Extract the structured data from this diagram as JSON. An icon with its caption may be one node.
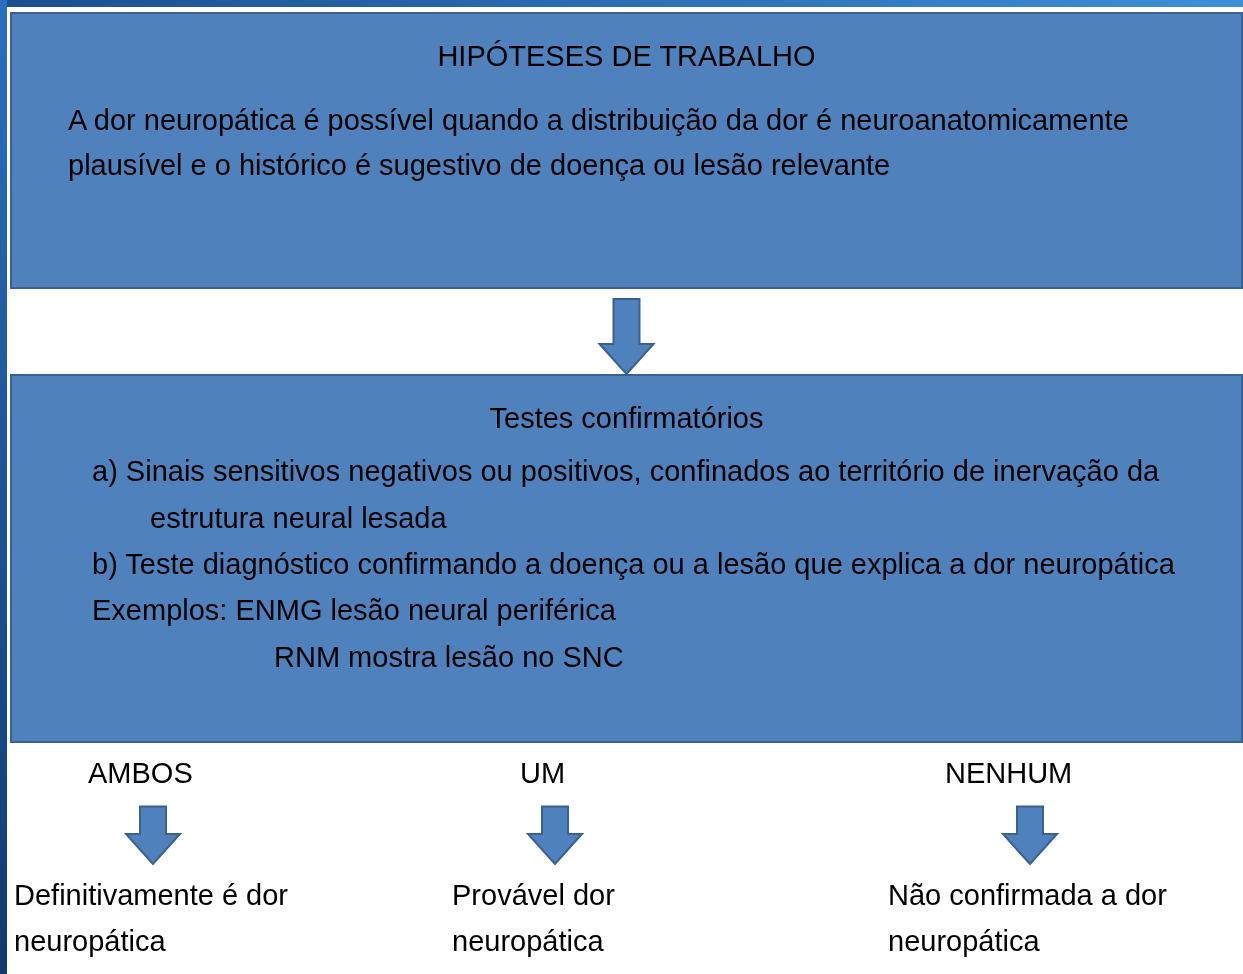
{
  "diagram": {
    "nodes": [
      {
        "text": [
          "HIPÓTESES DE TRABALHO",
          "A dor neuropática é possível quando a distribuição da dor é neuroanatomicamente plausível e o histórico é sugestivo de doença ou lesão relevante"
        ]
      },
      {
        "text": [
          "Testes confirmatórios",
          "a) Sinais sensitivos negativos ou positivos, confinados ao território de inervação da estrutura neural lesada",
          "b) Teste diagnóstico confirmando a doença ou a lesão que explica  a dor neuropática",
          "Exemplos: ENMG lesão neural periférica",
          "RNM  mostra lesão no SNC"
        ]
      },
      {
        "text": [
          "AMBOS"
        ]
      },
      {
        "text": [
          "UM"
        ]
      },
      {
        "text": [
          "NENHUM"
        ]
      },
      {
        "text": [
          "Definitivamente é dor neuropática"
        ]
      },
      {
        "text": [
          "Provável dor neuropática"
        ]
      },
      {
        "text": [
          "Não confirmada a dor  neuropática"
        ]
      }
    ],
    "edges": [
      {
        "from": 0,
        "to": 1,
        "arrow": "to",
        "style": "thick"
      },
      {
        "from": 2,
        "to": 5,
        "arrow": "to",
        "style": "thick"
      },
      {
        "from": 3,
        "to": 6,
        "arrow": "to",
        "style": "thick"
      },
      {
        "from": 4,
        "to": 7,
        "arrow": "to",
        "style": "thick"
      }
    ]
  }
}
